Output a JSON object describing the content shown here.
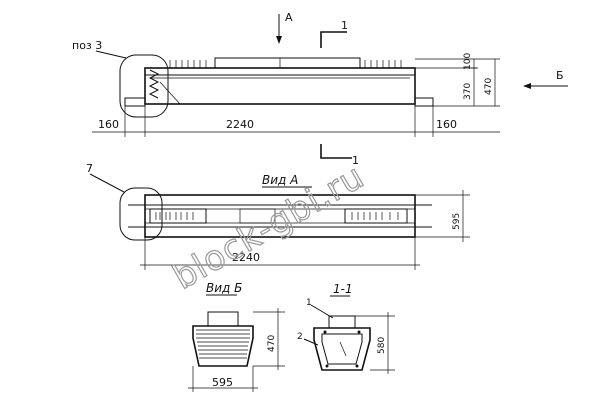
{
  "watermark": "block-gbi.ru",
  "elevation": {
    "section_mark_top": "1",
    "section_mark_bottom": "1",
    "view_arrow_a": "А",
    "view_arrow_b": "Б",
    "callout": "поз 3",
    "dim_length": "2240",
    "dim_left": "160",
    "dim_right": "160",
    "dim_top_height": "100",
    "dim_body_height": "370",
    "dim_total_height": "470"
  },
  "plan": {
    "title": "Вид А",
    "callout": "7",
    "dim_length": "2240",
    "dim_width": "595"
  },
  "view_b": {
    "title": "Вид Б",
    "dim_width": "595",
    "dim_height": "470"
  },
  "section_1_1": {
    "title": "1-1",
    "callout_1": "1",
    "callout_2": "2",
    "dim_height": "580"
  }
}
